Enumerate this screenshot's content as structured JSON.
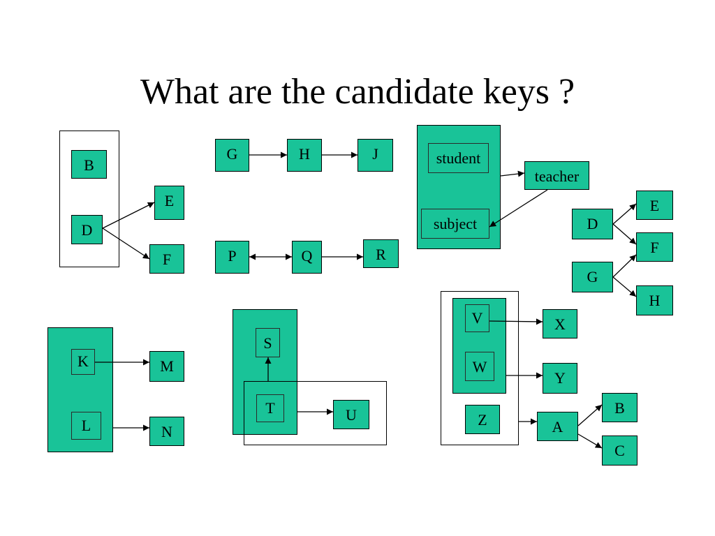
{
  "slide": {
    "title": "What are the candidate keys ?"
  },
  "colors": {
    "node_fill": "#19c398",
    "stroke": "#000000",
    "background": "#ffffff"
  },
  "diagrams": [
    {
      "id": "d1",
      "nodes": [
        "B",
        "D",
        "E",
        "F"
      ],
      "edges": [
        [
          "D",
          "E"
        ],
        [
          "D",
          "F"
        ]
      ]
    },
    {
      "id": "d2",
      "nodes": [
        "G",
        "H",
        "J"
      ],
      "edges": [
        [
          "G",
          "H"
        ],
        [
          "H",
          "J"
        ]
      ]
    },
    {
      "id": "d3",
      "nodes": [
        "P",
        "Q",
        "R"
      ],
      "edges": [
        [
          "P",
          "Q",
          "bidirectional"
        ],
        [
          "Q",
          "R"
        ]
      ]
    },
    {
      "id": "d4",
      "nodes": [
        "student",
        "subject",
        "teacher"
      ],
      "edges": [
        [
          "student+subject",
          "teacher"
        ],
        [
          "teacher",
          "subject"
        ]
      ]
    },
    {
      "id": "d5",
      "nodes": [
        "D",
        "E",
        "F",
        "G",
        "H"
      ],
      "edges": [
        [
          "D",
          "E"
        ],
        [
          "D",
          "F"
        ],
        [
          "G",
          "F"
        ],
        [
          "G",
          "H"
        ]
      ]
    },
    {
      "id": "d6",
      "nodes": [
        "K",
        "L",
        "M",
        "N"
      ],
      "edges": [
        [
          "K",
          "M"
        ],
        [
          "L",
          "N"
        ]
      ]
    },
    {
      "id": "d7",
      "nodes": [
        "S",
        "T",
        "U"
      ],
      "edges": [
        [
          "T",
          "S"
        ],
        [
          "T",
          "U"
        ]
      ]
    },
    {
      "id": "d8",
      "nodes": [
        "V",
        "W",
        "X",
        "Y",
        "Z",
        "A",
        "B",
        "C"
      ],
      "edges": [
        [
          "V",
          "X"
        ],
        [
          "W",
          "Y"
        ],
        [
          "Z",
          "A"
        ],
        [
          "A",
          "B"
        ],
        [
          "A",
          "C"
        ]
      ]
    }
  ]
}
